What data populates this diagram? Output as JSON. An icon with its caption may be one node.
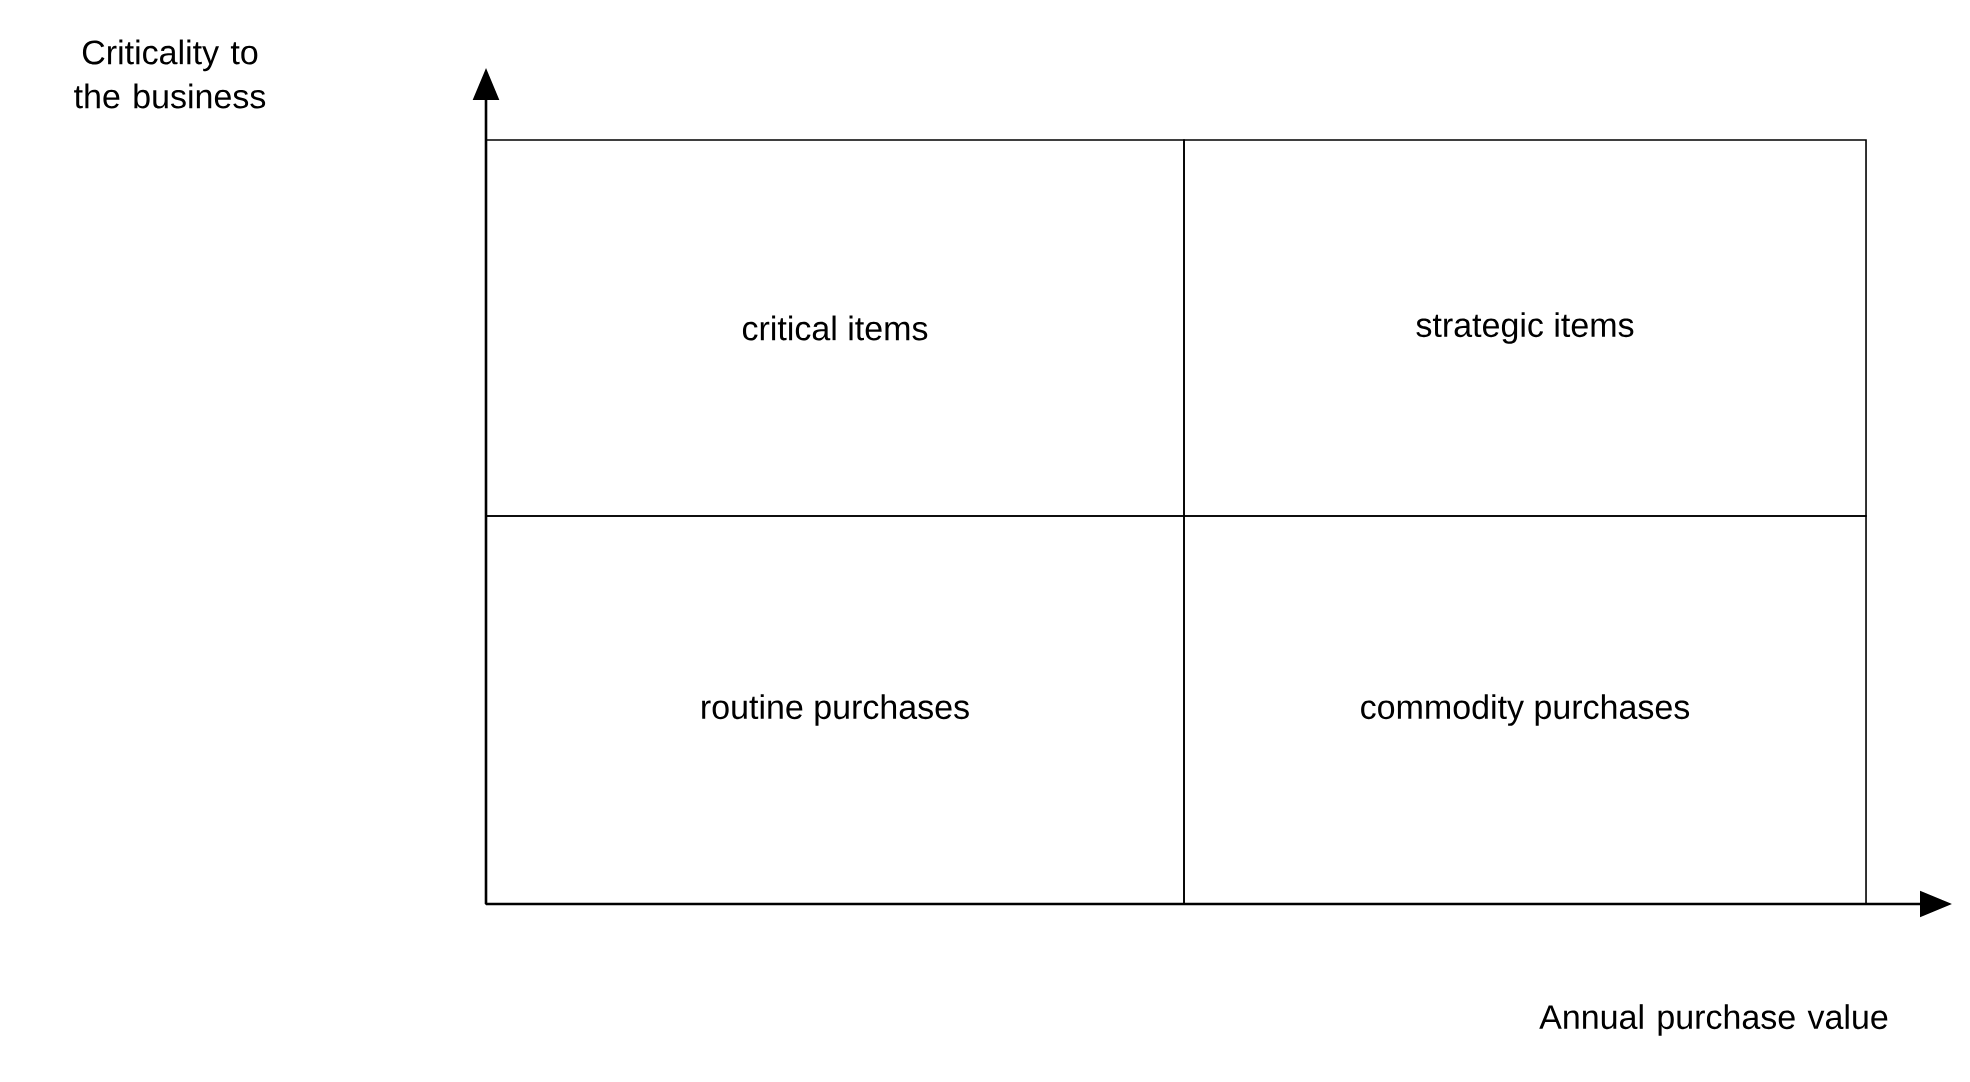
{
  "diagram": {
    "nodes": [
      {
        "text": [
          "critical items"
        ]
      },
      {
        "text": [
          "strategic items"
        ]
      },
      {
        "text": [
          "routine purchases"
        ]
      },
      {
        "text": [
          "commodity purchases"
        ]
      }
    ],
    "labels": [
      "Criticality to the business",
      "Annual purchase value"
    ]
  }
}
